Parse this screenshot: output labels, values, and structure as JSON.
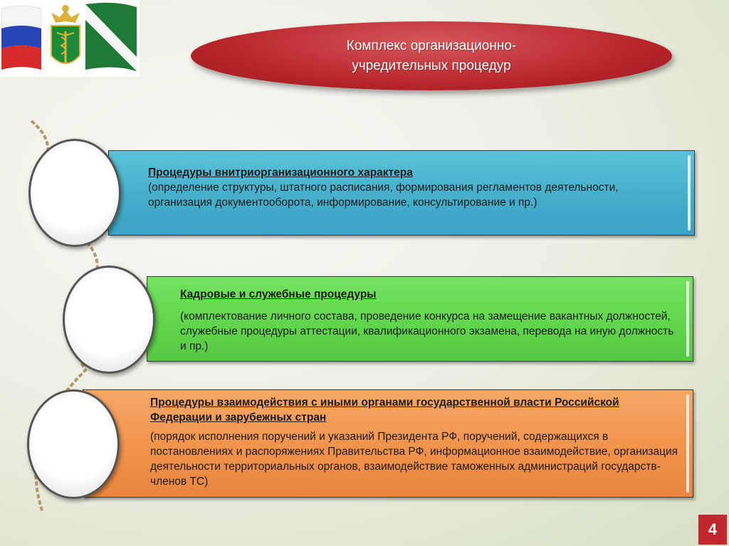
{
  "title": {
    "line1": "Комплекс организационно-",
    "line2": "учредительных процедур"
  },
  "blocks": [
    {
      "heading": "Процедуры внитриорганизационного характера",
      "description": "(определение структуры, штатного расписания, формирования регламентов деятельности, организация документооборота, информирование, консультирование и пр.)",
      "color": "#44aecb"
    },
    {
      "heading": "Кадровые и служебные процедуры",
      "description": "(комплектование личного состава, проведение конкурса на замещение вакантных должностей, служебные процедуры аттестации, квалификационного экзамена, перевода на иную должность и пр.)",
      "color": "#5fd54a"
    },
    {
      "heading": "Процедуры взаимодействия с иными органами государственной власти Российской Федерации и зарубежных стран",
      "description": "(порядок исполнения поручений и указаний Президента РФ, поручений, содержащихся в постановлениях и распоряжениях Правительства РФ, информационное взаимодействие, организация деятельности территориальных органов, взаимодействие таможенных администраций государств-членов ТС)",
      "color": "#f0914a"
    }
  ],
  "page_number": "4",
  "colors": {
    "title_oval": "#b8272c",
    "page_badge": "#c0282d"
  },
  "icons": {
    "logo": "russian-flag-customs-emblem-flag"
  }
}
